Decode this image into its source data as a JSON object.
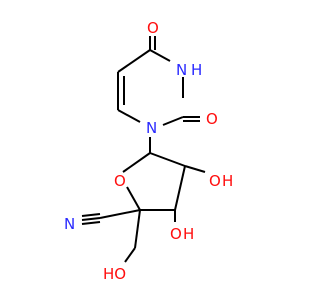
{
  "diagram": {
    "type": "chemical-structure",
    "colors": {
      "background": "#ffffff",
      "carbon_bond": "#000000",
      "nitrogen": "#2a2aff",
      "oxygen": "#ff0d0d"
    },
    "labels": {
      "o_c4": "O",
      "nh_n3": "N",
      "h_n3": "H",
      "o_c2": "O",
      "n_n1": "N",
      "o_ring": "O",
      "oh_c2prime_o": "O",
      "oh_c2prime_h": "H",
      "oh_c3prime_o": "O",
      "oh_c3prime_h": "H",
      "nitrile_n": "N",
      "ch2oh_ho": "HO"
    }
  }
}
